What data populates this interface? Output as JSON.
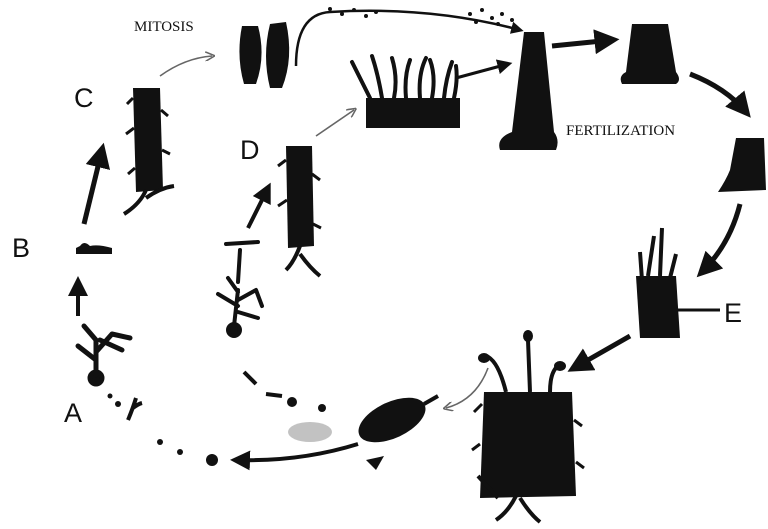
{
  "labels": {
    "mitosis": "MITOSIS",
    "fertilization": "FERTILIZATION",
    "a": "A",
    "b": "B",
    "c": "C",
    "d": "D",
    "e": "E"
  },
  "colors": {
    "ink": "#111111",
    "arrow_light": "#666666",
    "smudge": "#9a9a9a",
    "background": "#ffffff"
  }
}
